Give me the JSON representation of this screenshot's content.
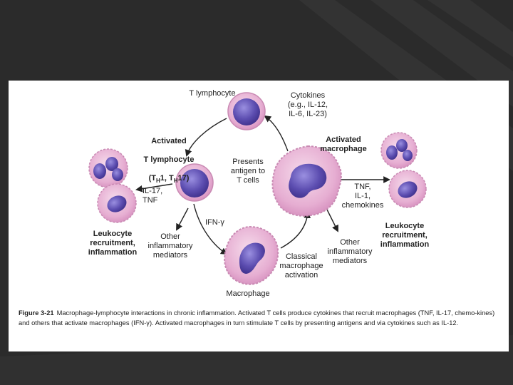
{
  "labels": {
    "t_lymphocyte": "T lymphocyte",
    "cytokines": "Cytokines\n(e.g., IL-12,\nIL-6,  IL-23)",
    "activated_macrophage": "Activated\nmacrophage",
    "presents": "Presents\nantigen to\nT cells",
    "il17_tnf": "IL-17,\nTNF",
    "ifn": "IFN-γ",
    "tnf_il1": "TNF,\nIL-1,\nchemokines",
    "other_left": "Other\ninflammatory\nmediators",
    "other_right": "Other\ninflammatory\nmediators",
    "classical": "Classical\nmacrophage\nactivation",
    "macrophage": "Macrophage",
    "leuko_left": "Leukocyte\nrecruitment,\ninflammation",
    "leuko_right": "Leukocyte\nrecruitment,\ninflammation"
  },
  "activated_t": {
    "line1": "Activated",
    "line2": "T lymphocyte",
    "line3a": "(T",
    "sub1": "H",
    "line3b": "1, T",
    "sub2": "H",
    "line3c": "17)"
  },
  "caption": {
    "figure": "Figure 3-21",
    "text": "Macrophage-lymphocyte interactions in chronic inflammation. Activated T cells produce cytokines that recruit macrophages (TNF, IL-17, chemo-kines) and others that activate macrophages (IFN-γ). Activated macrophages in turn stimulate T cells by presenting antigens and via cytokines such as IL-12."
  },
  "colors": {
    "background": "#2b2b2b",
    "cell_pink": "#e8b6d6",
    "nucleus_purple": "#6a5bb5"
  }
}
